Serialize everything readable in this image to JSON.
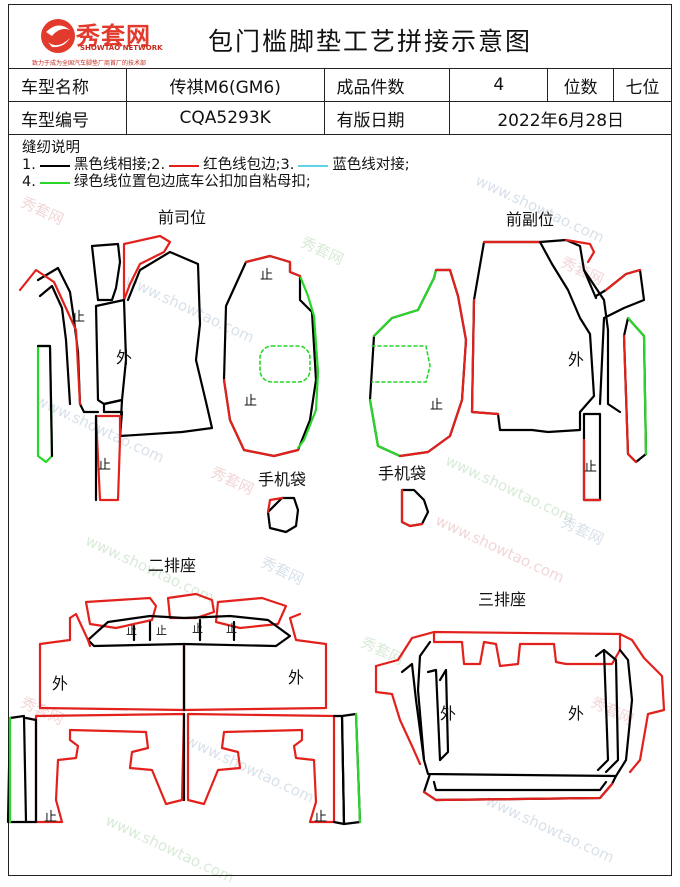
{
  "logo": {
    "text": "秀套网",
    "en": "SHOWTAO NETWORK",
    "slogan": "致力于成为全国汽车脚垫厂商首厂的技术部"
  },
  "title": "包门槛脚垫工艺拼接示意图",
  "info_table": {
    "row1": [
      "车型名称",
      "传祺M6(GM6)",
      "成品件数",
      "4",
      "位数",
      "七位"
    ],
    "row2": [
      "车型编号",
      "CQA5293K",
      "有版日期",
      "2022年6月28日"
    ]
  },
  "legend": {
    "title": "缝纫说明",
    "item1_num": "1.",
    "item1_text": "黑色线相接;2.",
    "item2_text": "红色线包边;3.",
    "item3_text": "蓝色线对接;",
    "item4_num": "4.",
    "item4_text": "绿色线位置包边底车公扣加自粘母扣;"
  },
  "colors": {
    "black": "#000000",
    "red": "#e3211c",
    "blue": "#5fd4e6",
    "green": "#29d629"
  },
  "section_labels": {
    "driver": "前司位",
    "passenger": "前副位",
    "phone_bag_left": "手机袋",
    "phone_bag_right": "手机袋",
    "row2": "二排座",
    "row3": "三排座"
  },
  "marks": {
    "outside": "外",
    "stop": "止"
  },
  "watermark": {
    "cn": "秀套网",
    "en": "www.showtao.com"
  }
}
